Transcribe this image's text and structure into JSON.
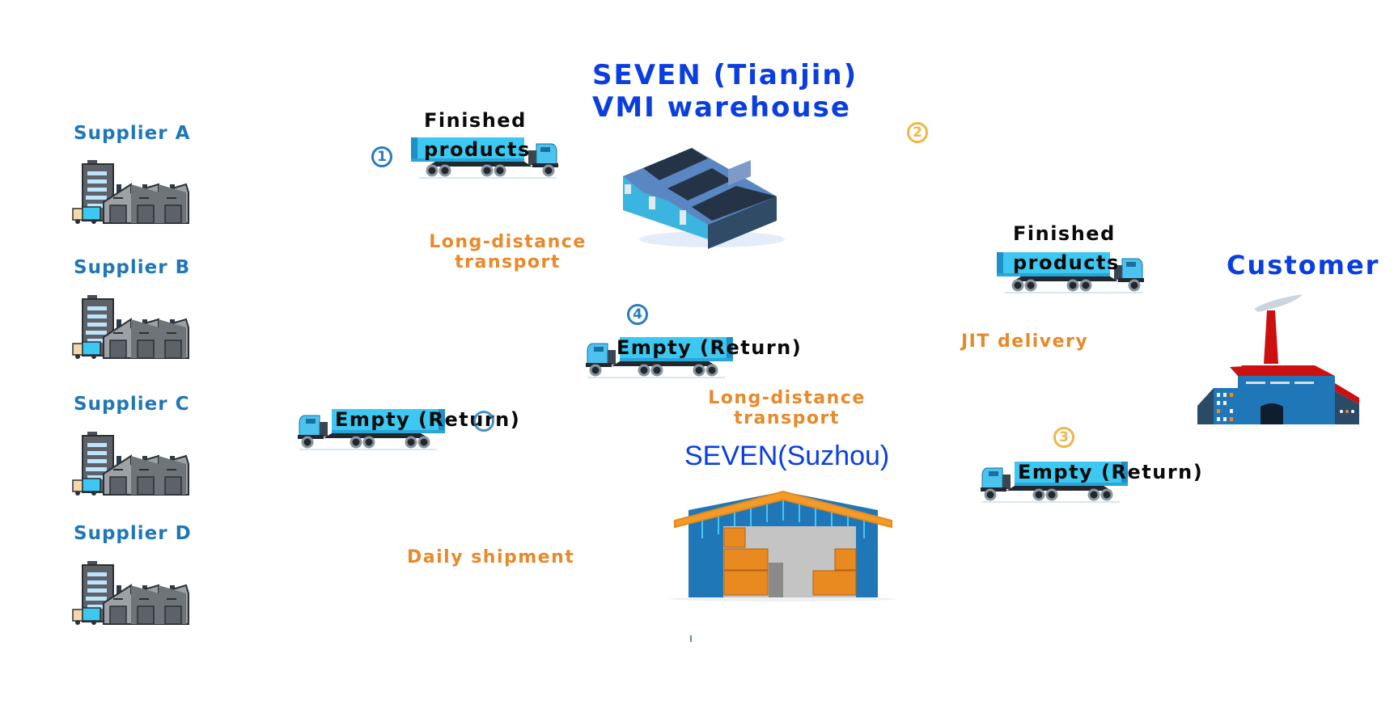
{
  "suppliers": [
    {
      "label": "Supplier A",
      "icon": "factory-icon"
    },
    {
      "label": "Supplier B",
      "icon": "factory-icon"
    },
    {
      "label": "Supplier C",
      "icon": "factory-icon"
    },
    {
      "label": "Supplier D",
      "icon": "factory-icon"
    }
  ],
  "nodes": {
    "tianjin": {
      "line1": "SEVEN (Tianjin)",
      "line2": "VMI warehouse",
      "icon": "warehouse-icon"
    },
    "suzhou": {
      "label": "SEVEN(Suzhou)",
      "icon": "warehouse-icon"
    },
    "customer": {
      "label": "Customer",
      "icon": "customer-factory-icon"
    }
  },
  "trucks": [
    {
      "id": "truck-1",
      "line1": "Finished",
      "line2": "products",
      "direction": "right"
    },
    {
      "id": "truck-2",
      "line1": "Finished",
      "line2": "products",
      "direction": "right"
    },
    {
      "id": "truck-4",
      "line1": "Empty (Return)",
      "direction": "left"
    },
    {
      "id": "truck-5",
      "line1": "Empty (Return)",
      "direction": "left"
    },
    {
      "id": "truck-3",
      "line1": "Empty (Return)",
      "direction": "left"
    }
  ],
  "steps": [
    {
      "num": "1",
      "color": "blue"
    },
    {
      "num": "2",
      "color": "orange"
    },
    {
      "num": "3",
      "color": "orange"
    },
    {
      "num": "4",
      "color": "blue"
    }
  ],
  "flow_labels": {
    "long_distance_1_line1": "Long-distance",
    "long_distance_1_line2": "transport",
    "long_distance_2_line1": "Long-distance",
    "long_distance_2_line2": "transport",
    "jit": "JIT delivery",
    "daily": "Daily shipment"
  },
  "colors": {
    "title_blue": "#0a3ee0",
    "supplier_blue": "#1f77b8",
    "flow_orange": "#e8892a",
    "truck_cyan": "#3cc8f0",
    "step_blue": "#2a7cc0",
    "step_orange": "#f0b54a"
  }
}
